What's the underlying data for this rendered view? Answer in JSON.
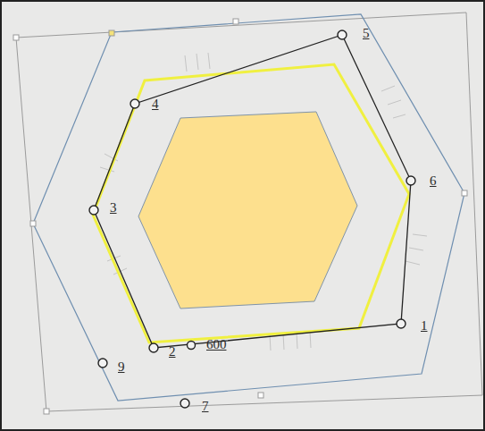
{
  "diagram": {
    "labels": [
      "5",
      "4",
      "6",
      "3",
      "1",
      "600",
      "2",
      "9",
      "7"
    ]
  }
}
